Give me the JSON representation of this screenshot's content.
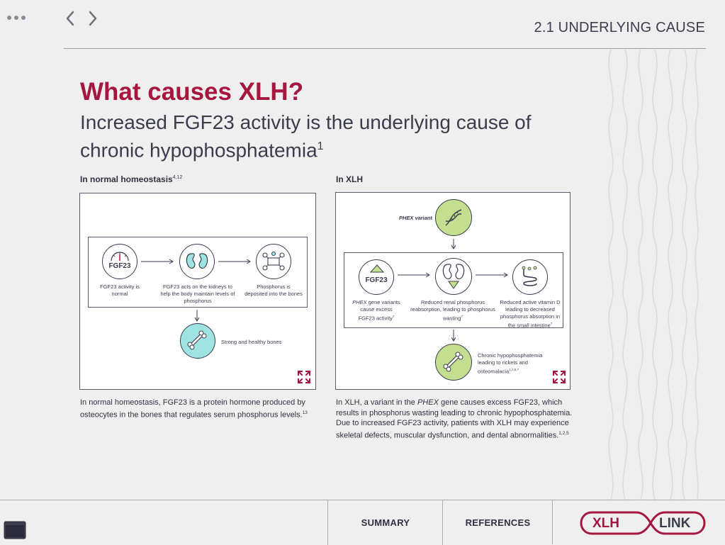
{
  "header": {
    "section_label": "2.1 UNDERLYING CAUSE"
  },
  "page": {
    "title": "What causes XLH?",
    "subtitle": "Increased FGF23 activity is the underlying cause of chronic hypophosphatemia",
    "subtitle_sup": "1"
  },
  "normal": {
    "heading": "In normal homeostasis",
    "heading_sup": "4,12",
    "fgf23_label": "FGF23",
    "step1": "FGF23 activity is normal",
    "step2": "FGF23 acts on the kidneys to help the body maintain levels of phosphorus",
    "step3": "Phosphorus is deposited into the bones",
    "outcome": "Strong and healthy bones",
    "description": "In normal homeostasis, FGF23 is a protein hormone produced by osteocytes in the bones that regulates serum phosphorus levels.",
    "description_sup": "13"
  },
  "xlh": {
    "heading": "In XLH",
    "variant_italic": "PHEX",
    "variant_rest": " variant",
    "fgf23_label": "FGF23",
    "step1_italic": "PHEX",
    "step1_rest": " gene variants cause excess FGF23 activity",
    "step1_sup": "7",
    "step2": "Reduced renal phosphorus reabsorption, leading to phosphorus wasting",
    "step2_sup": "7",
    "step3": "Reduced active vitamin D leading to decreased phosphorus absorption in the small intestine",
    "step3_sup": "7",
    "outcome": "Chronic hypophosphatemia leading to rickets and osteomalacia",
    "outcome_sup": "1,2,5,7",
    "description_1": "In XLH, a variant in the ",
    "description_italic": "PHEX",
    "description_2": " gene causes excess FGF23, which results in phosphorus wasting leading to chronic hypophosphatemia. Due to increased FGF23 activity, patients with XLH may experience skeletal defects, muscular dysfunction, and dental abnormalities.",
    "description_sup": "1,2,5"
  },
  "footer": {
    "summary": "SUMMARY",
    "references": "REFERENCES",
    "logo_left": "XLH",
    "logo_right": "LINK"
  },
  "colors": {
    "brand_red": "#a6173f",
    "teal": "#9fe3e3",
    "green": "#c2df8f",
    "dark": "#3b3d4e"
  },
  "icons": [
    "more-icon",
    "chevron-left-icon",
    "chevron-right-icon",
    "expand-icon",
    "kidney-icon",
    "bone-icon",
    "dna-icon",
    "intestine-icon",
    "phosphorus-icon",
    "gauge-icon",
    "tablet-icon"
  ]
}
